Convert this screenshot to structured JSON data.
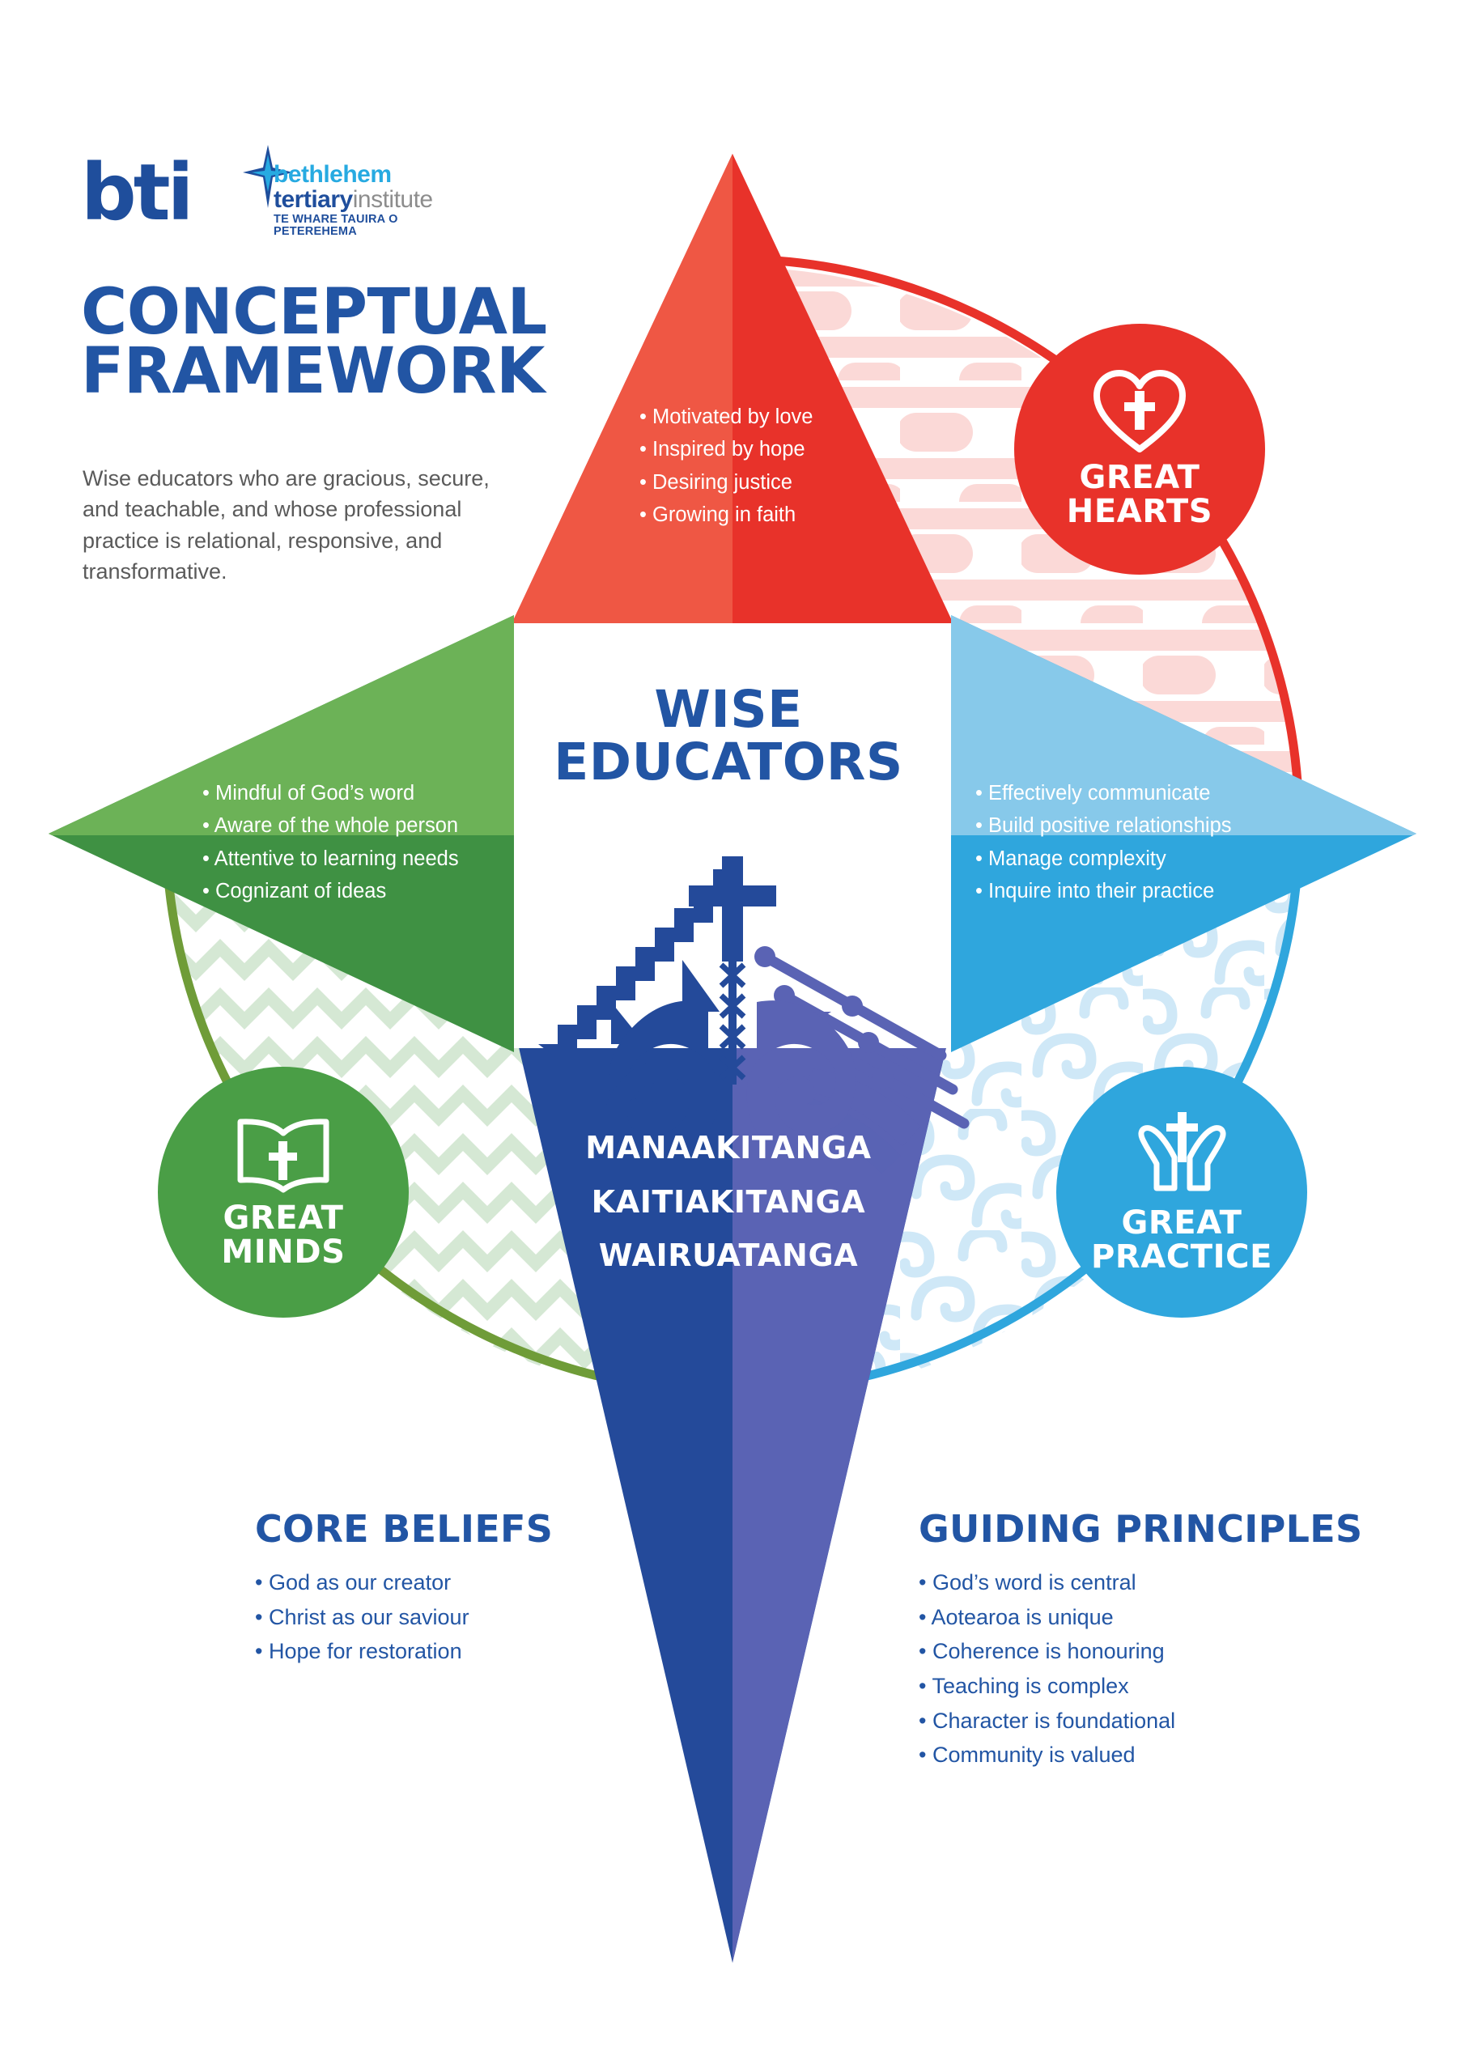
{
  "brand": {
    "logo_mark": "bti",
    "logo_line1": "bethlehem",
    "logo_line2a": "tertiary",
    "logo_line2b": "institute",
    "logo_maori": "TE WHARE TAUIRA O PETEREHEMA",
    "star_icon": "four-point-star-icon",
    "colors": {
      "blue": "#2255a4",
      "logo_blue": "#1f4e9c",
      "cyan": "#27aae1",
      "grey": "#8d8d8d",
      "red": "#e8322a",
      "red_light": "#ef5744",
      "green": "#3f9143",
      "green_light": "#6cb257",
      "sky": "#2fa6dd",
      "sky_light": "#87c9ea",
      "navy": "#244a9a",
      "navy_light": "#5a63b4"
    }
  },
  "header": {
    "title_line1": "CONCEPTUAL",
    "title_line2": "FRAMEWORK",
    "lede": "Wise educators who are gracious, secure, and teachable, and whose professional practice is relational, responsive, and transformative."
  },
  "centre": {
    "title_line1": "WISE",
    "title_line2": "EDUCATORS",
    "whakairo_icon": "maori-whakairo-cross-koru-icon",
    "maori_values": [
      "MANAAKITANGA",
      "KAITIAKITANGA",
      "WAIRUATANGA"
    ]
  },
  "pillars": [
    {
      "key": "hearts",
      "label_line1": "GREAT",
      "label_line2": "HEARTS",
      "icon": "heart-with-cross-icon",
      "color": "#e8322a",
      "bullets": [
        "Motivated by love",
        "Inspired by hope",
        "Desiring justice",
        "Growing in faith"
      ]
    },
    {
      "key": "minds",
      "label_line1": "GREAT",
      "label_line2": "MINDS",
      "icon": "open-book-with-cross-icon",
      "color": "#4a9e46",
      "bullets": [
        "Mindful of God’s word",
        "Aware of the whole person",
        "Attentive to learning needs",
        "Cognizant of ideas"
      ]
    },
    {
      "key": "practice",
      "label_line1": "GREAT",
      "label_line2": "PRACTICE",
      "icon": "open-hands-with-cross-icon",
      "color": "#2fa6dd",
      "bullets": [
        "Effectively communicate",
        "Build positive relationships",
        "Manage complexity",
        "Inquire into their practice"
      ]
    }
  ],
  "footer": {
    "core_beliefs": {
      "heading": "CORE BELIEFS",
      "items": [
        "God as our creator",
        "Christ as our saviour",
        "Hope for restoration"
      ]
    },
    "guiding_principles": {
      "heading": "GUIDING PRINCIPLES",
      "items": [
        "God’s word is central",
        "Aotearoa is unique",
        "Coherence is honouring",
        "Teaching is complex",
        "Character is foundational",
        "Community is valued"
      ]
    }
  }
}
